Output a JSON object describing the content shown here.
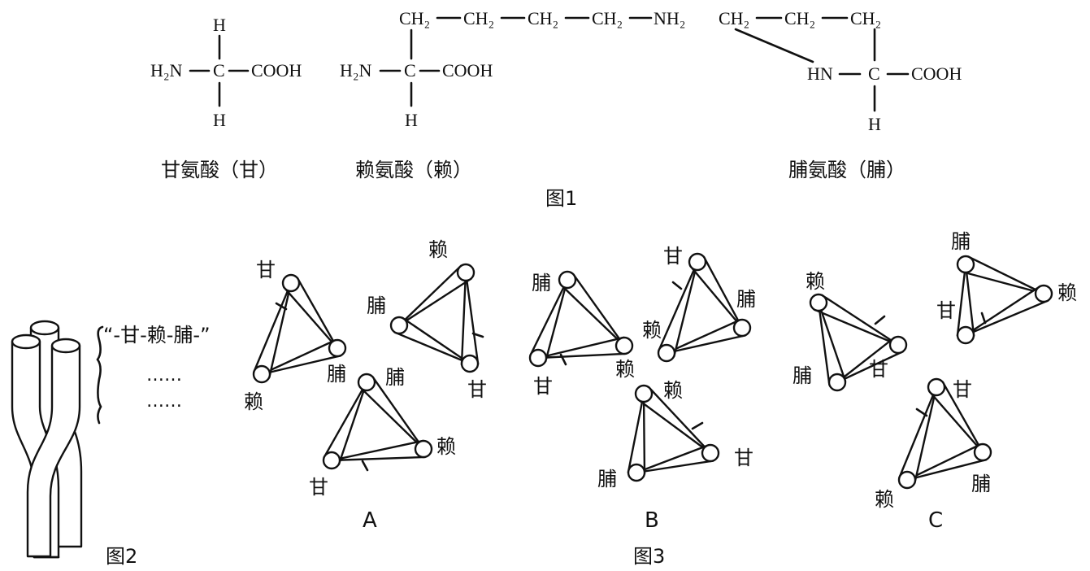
{
  "figure1": {
    "caption": "图1",
    "glycine": {
      "name": "甘氨酸（甘）",
      "top_h": "H",
      "bottom_h": "H",
      "amine": "H₂N",
      "carbon": "C",
      "carboxyl": "COOH"
    },
    "lysine": {
      "name": "赖氨酸（赖）",
      "ch2_1": "CH₂",
      "ch2_2": "CH₂",
      "ch2_3": "CH₂",
      "ch2_4": "CH₂",
      "nh2": "NH₂",
      "amine": "H₂N",
      "carbon": "C",
      "carboxyl": "COOH",
      "bottom_h": "H"
    },
    "proline": {
      "name": "脯氨酸（脯）",
      "ch2_1": "CH₂",
      "ch2_2": "CH₂",
      "ch2_3": "CH₂",
      "hn": "HN",
      "carbon": "C",
      "carboxyl": "COOH",
      "bottom_h": "H"
    }
  },
  "figure2": {
    "caption": "图2",
    "sequence": "“-甘-赖-脯-”",
    "dots_1": "……",
    "dots_2": "……"
  },
  "figure3": {
    "caption": "图3",
    "labels": [
      "A",
      "B",
      "C"
    ],
    "gly": "甘",
    "lys": "赖",
    "pro": "脯"
  }
}
